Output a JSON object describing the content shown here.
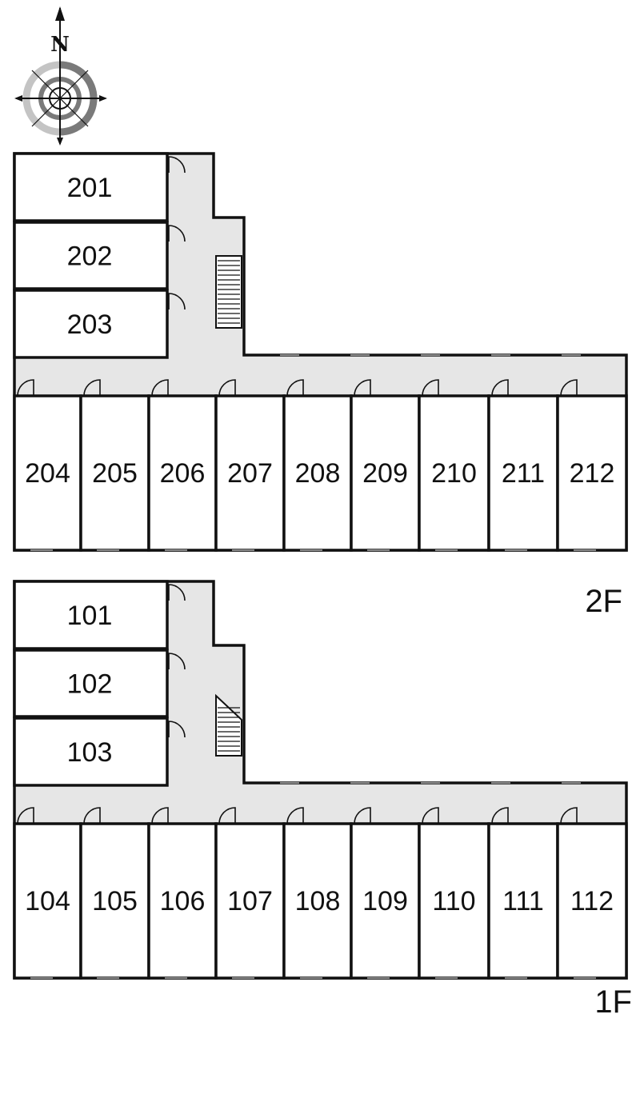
{
  "compass": {
    "north_label": "N",
    "icon": "compass-rose-icon"
  },
  "floors": [
    {
      "id": "2f",
      "label": "2F",
      "rooms_wing": [
        "201",
        "202",
        "203"
      ],
      "rooms_row": [
        "204",
        "205",
        "206",
        "207",
        "208",
        "209",
        "210",
        "211",
        "212"
      ]
    },
    {
      "id": "1f",
      "label": "1F",
      "rooms_wing": [
        "101",
        "102",
        "103"
      ],
      "rooms_row": [
        "104",
        "105",
        "106",
        "107",
        "108",
        "109",
        "110",
        "111",
        "112"
      ]
    }
  ],
  "colors": {
    "wall": "#111111",
    "corridor": "#e6e6e6",
    "room": "#ffffff",
    "compass_ring": "#7a7a7a"
  }
}
